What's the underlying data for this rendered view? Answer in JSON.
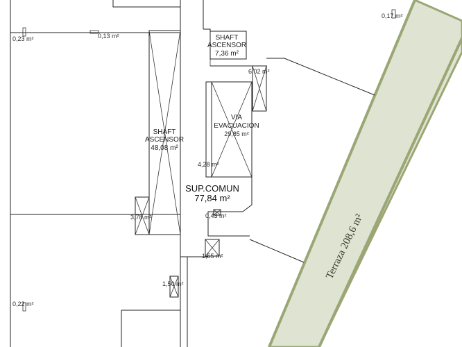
{
  "plan": {
    "rooms": {
      "shaft_left": {
        "line1": "SHAFT",
        "line2": "ASCENSOR",
        "area": "48,08 m²"
      },
      "shaft_top": {
        "line1": "SHAFT",
        "line2": "ASCENSOR",
        "area": "7,36 m²"
      },
      "via": {
        "line1": "VIA",
        "line2": "EVACUACION",
        "area": "29,85 m²"
      },
      "common": {
        "name": "SUP.COMUN",
        "area": "77,84 m²"
      }
    },
    "areas": {
      "a_023": "0,23 m²",
      "a_013": "0,13 m²",
      "a_017": "0,17 m²",
      "a_602": "6,02 m²",
      "a_428": "4,28 m²",
      "a_378": "3,78 m²",
      "a_043": "0,43 m²",
      "a_155": "1,55 m²",
      "a_150": "1,50 m²",
      "a_022": "0,22 m²"
    },
    "terrace": {
      "label": "Terraza 208,6 m²"
    },
    "colors": {
      "terrace_fill": "#dfe3d2",
      "terrace_edge": "#9aa774",
      "background": "#ffffff",
      "line": "#222222"
    }
  }
}
